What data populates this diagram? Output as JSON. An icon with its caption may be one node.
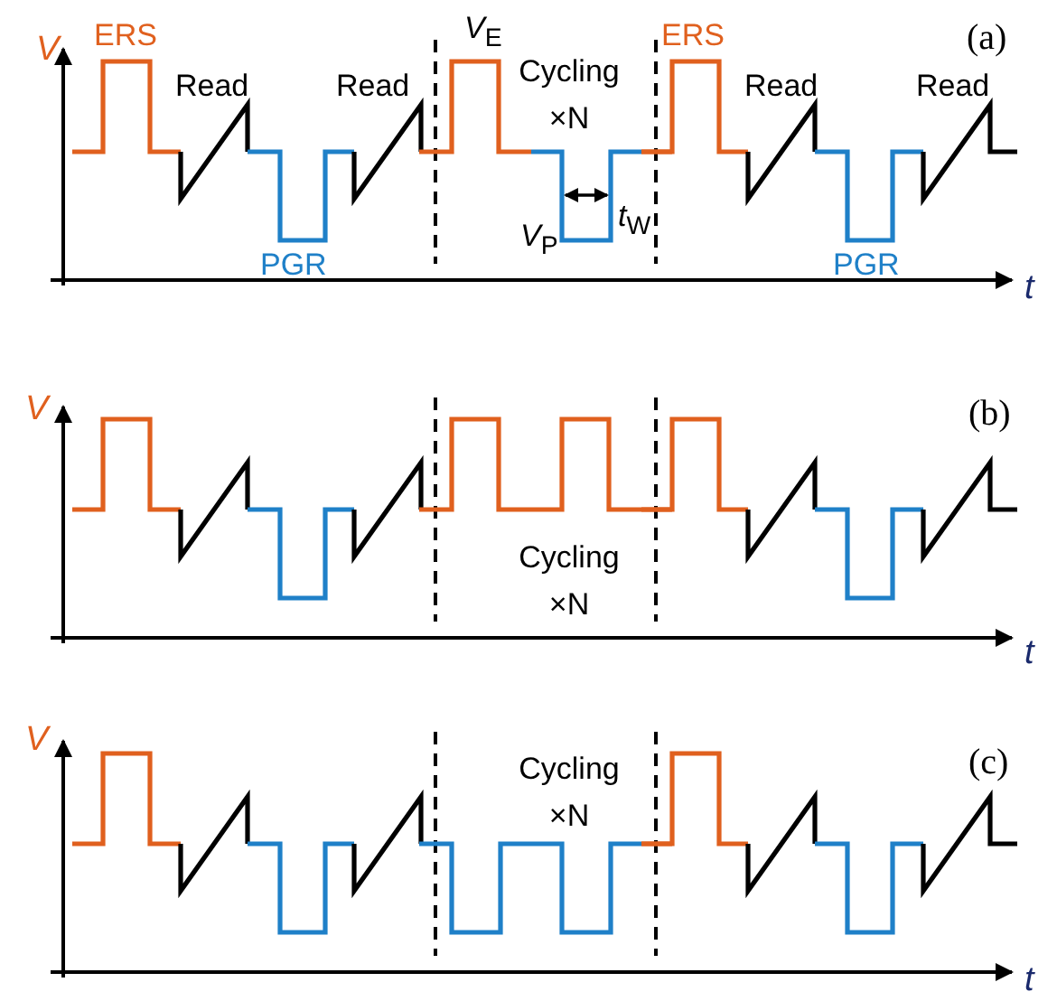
{
  "diagram": {
    "labels": [
      "V",
      "ERS",
      "Read",
      "Read",
      "*V*$_{E}$",
      "Cycling ×N",
      "ERS",
      "Read",
      "Read",
      "(a)",
      "*V*$_{P}$",
      "*t*$_{W}$",
      "PGR",
      "PGR",
      "t",
      "V",
      "(b)",
      "Cycling ×N",
      "t",
      "V",
      "Cycling ×N",
      "(c)",
      "t"
    ]
  }
}
